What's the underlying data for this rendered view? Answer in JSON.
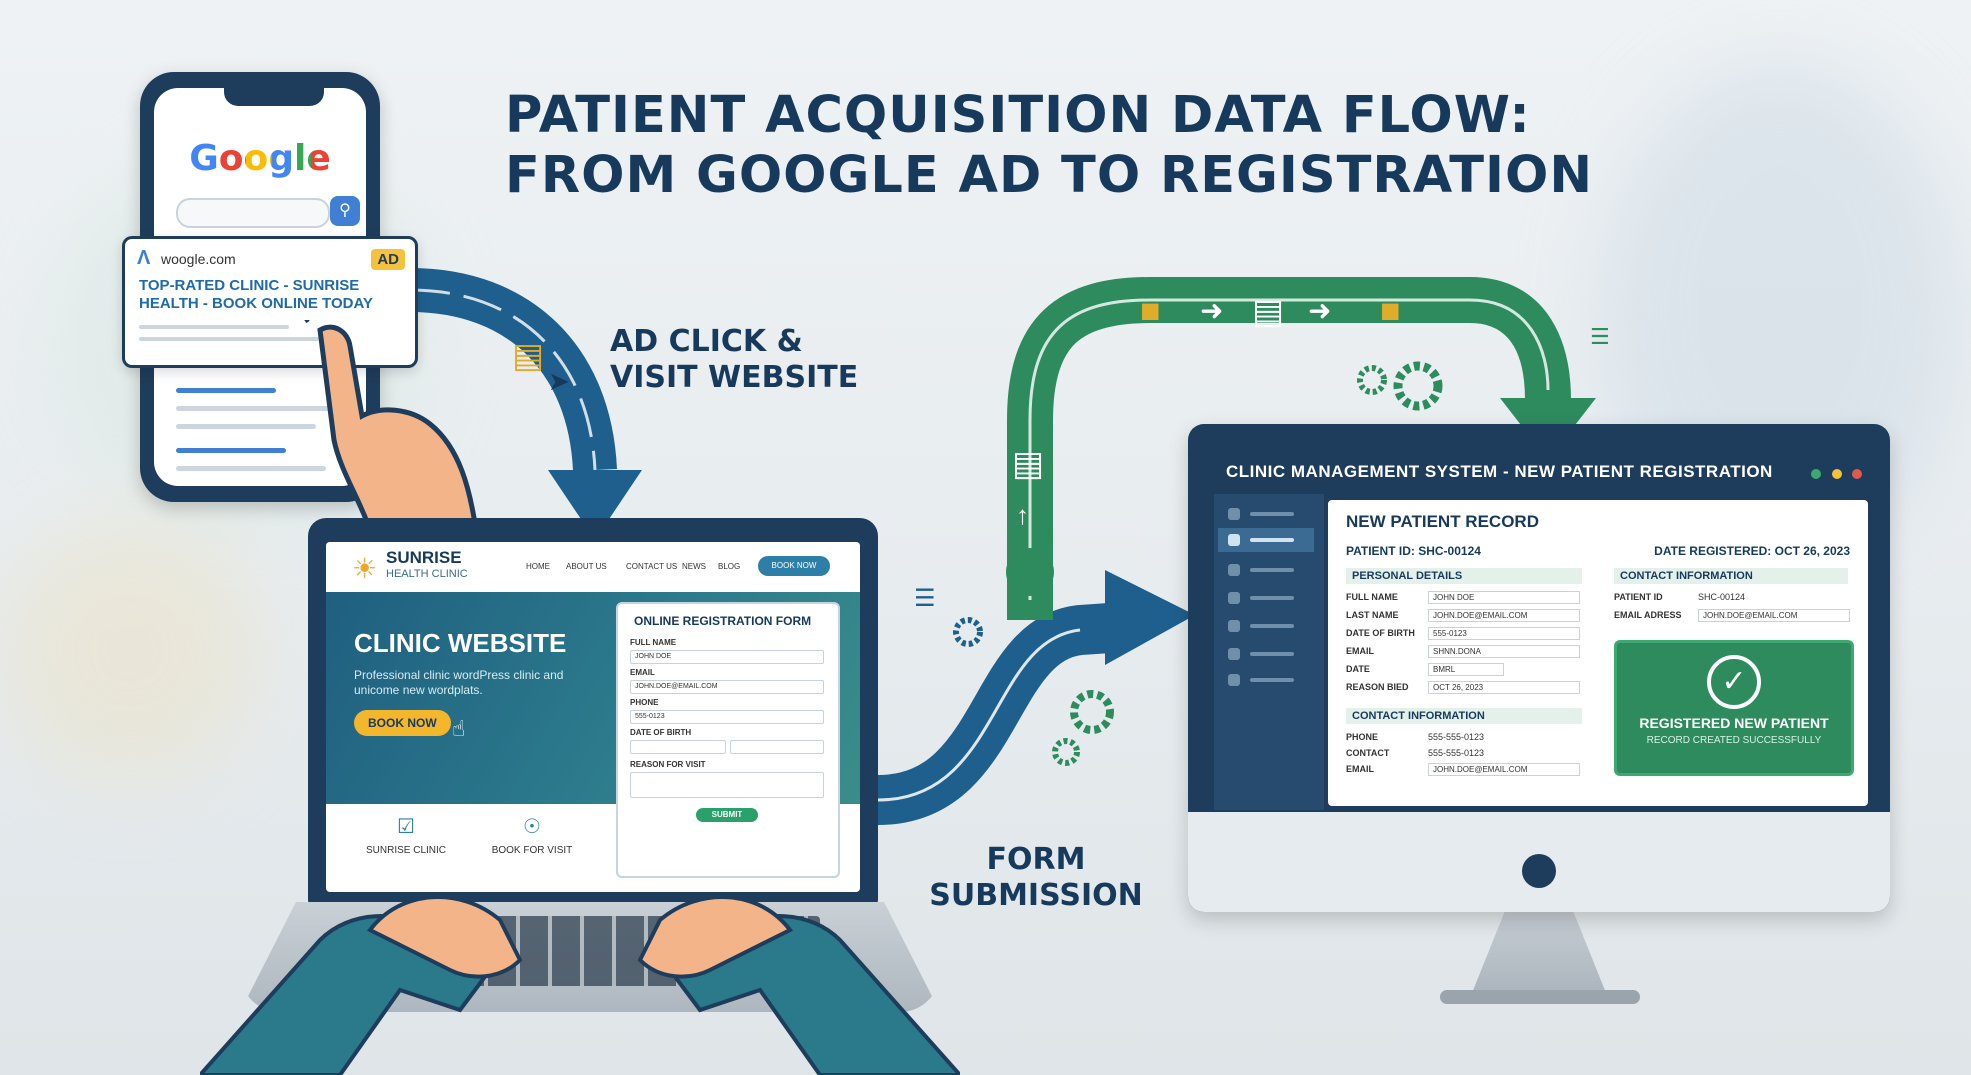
{
  "title": {
    "line1": "PATIENT ACQUISITION DATA FLOW:",
    "line2": "FROM GOOGLE AD TO REGISTRATION"
  },
  "steps": {
    "ad_click_line1": "AD CLICK &",
    "ad_click_line2": "VISIT WEBSITE",
    "form_line1": "FORM",
    "form_line2": "SUBMISSION"
  },
  "phone": {
    "search_brand": "Google",
    "ad": {
      "domain": "woogle.com",
      "badge": "AD",
      "headline_line1": "TOP-RATED CLINIC - SUNRISE",
      "headline_line2": "HEALTH - BOOK ONLINE TODAY"
    }
  },
  "website": {
    "logo_main": "SUNRISE",
    "logo_sub": "HEALTH CLINIC",
    "nav": [
      "HOME",
      "ABOUT US",
      "CONTACT US",
      "NEWS",
      "BLOG"
    ],
    "nav_cta": "BOOK NOW",
    "hero_title": "CLINIC WEBSITE",
    "hero_sub": "Professional clinic wordPress clinic and unicome new wordplats.",
    "hero_button": "BOOK NOW",
    "features": [
      "SUNRISE CLINIC",
      "BOOK FOR VISIT"
    ],
    "form": {
      "title": "ONLINE REGISTRATION FORM",
      "fields": [
        {
          "label": "FULL NAME",
          "value": "JOHN DOE"
        },
        {
          "label": "EMAIL",
          "value": "JOHN.DOE@EMAIL.COM"
        },
        {
          "label": "PHONE",
          "value": "555-0123"
        },
        {
          "label": "DATE OF BIRTH",
          "value": ""
        },
        {
          "label": "REASON FOR VISIT",
          "value": ""
        }
      ],
      "submit": "SUBMIT"
    }
  },
  "system": {
    "window_title": "CLINIC MANAGEMENT SYSTEM - NEW PATIENT REGISTRATION",
    "record_title": "NEW PATIENT RECORD",
    "patient_id": "PATIENT ID: SHC-00124",
    "date_registered": "DATE REGISTERED: OCT 26, 2023",
    "personal": {
      "heading": "PERSONAL DETAILS",
      "rows": [
        {
          "label": "FULL NAME",
          "value": "JOHN DOE"
        },
        {
          "label": "LAST NAME",
          "value": "JOHN.DOE@EMAIL.COM"
        },
        {
          "label": "DATE OF BIRTH",
          "value": "555-0123"
        },
        {
          "label": "EMAIL",
          "value": "SHNN.DONA"
        },
        {
          "label": "DATE",
          "value": "BMRL"
        },
        {
          "label": "REASON BIED",
          "value": "OCT 26, 2023"
        }
      ]
    },
    "contact_left": {
      "heading": "CONTACT INFORMATION",
      "rows": [
        {
          "label": "PHONE",
          "value": "555-555-0123"
        },
        {
          "label": "CONTACT",
          "value": "555-555-0123"
        },
        {
          "label": "EMAIL",
          "value": "JOHN.DOE@EMAIL.COM"
        }
      ]
    },
    "contact_right": {
      "heading": "CONTACT INFORMATION",
      "rows": [
        {
          "label": "PATIENT ID",
          "value": "SHC-00124"
        },
        {
          "label": "EMAIL ADRESS",
          "value": "JOHN.DOE@EMAIL.COM"
        }
      ]
    },
    "success": {
      "title": "REGISTERED NEW PATIENT",
      "subtitle": "RECORD CREATED SUCCESSFULLY"
    }
  },
  "colors": {
    "navy": "#173a5c",
    "blue_arrow": "#1f5f8e",
    "green_arrow": "#2e8b5e",
    "accent_yellow": "#f4c23c"
  }
}
